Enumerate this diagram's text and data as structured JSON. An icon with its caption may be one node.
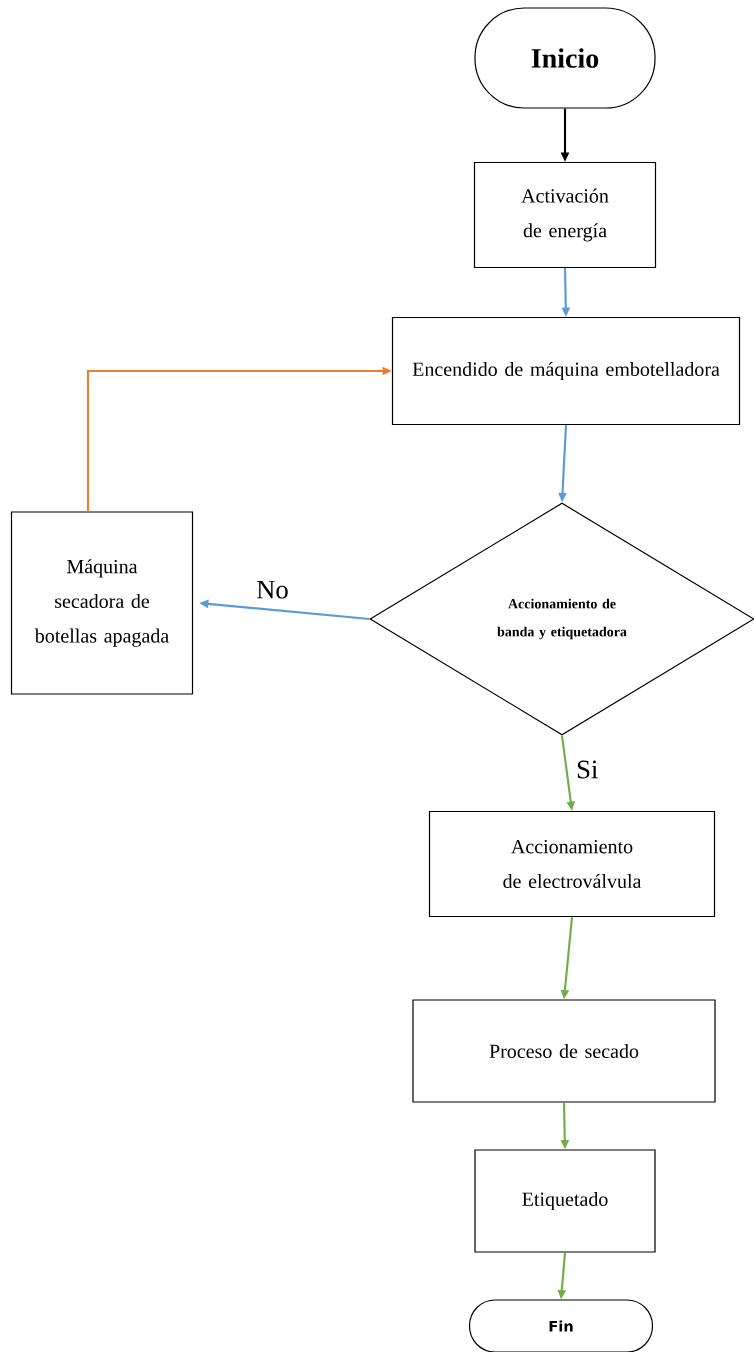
{
  "diagram": {
    "nodes": [
      {
        "text": [
          "Inicio"
        ]
      },
      {
        "text": [
          "Activación de energía"
        ]
      },
      {
        "text": [
          "Encendido de máquina embotelladora"
        ]
      },
      {
        "text": [
          "Accionamiento de banda y etiquetadora"
        ]
      },
      {
        "text": [
          "Máquina secadora de botellas apagada"
        ]
      },
      {
        "text": [
          "Accionamiento de electroválvula"
        ]
      },
      {
        "text": [
          "Proceso de secado"
        ]
      },
      {
        "text": [
          "Etiquetado"
        ]
      },
      {
        "text": [
          "Fin"
        ]
      }
    ],
    "edges": [
      {
        "from": 0,
        "to": 1,
        "arrow": "to",
        "color": "#000000"
      },
      {
        "from": 1,
        "to": 2,
        "arrow": "to",
        "color": "#5b9bd5"
      },
      {
        "from": 2,
        "to": 3,
        "arrow": "to",
        "color": "#5b9bd5"
      },
      {
        "from": 3,
        "to": 4,
        "arrow": "to",
        "label": "No",
        "color": "#5b9bd5"
      },
      {
        "from": 4,
        "to": 2,
        "arrow": "to",
        "color": "#ed7d31"
      },
      {
        "from": 3,
        "to": 5,
        "arrow": "to",
        "label": "Si"
      },
      {
        "from": 5,
        "to": 6,
        "arrow": "to"
      },
      {
        "from": 6,
        "to": 7,
        "arrow": "to"
      },
      {
        "from": 7,
        "to": 8,
        "arrow": "to"
      }
    ]
  }
}
